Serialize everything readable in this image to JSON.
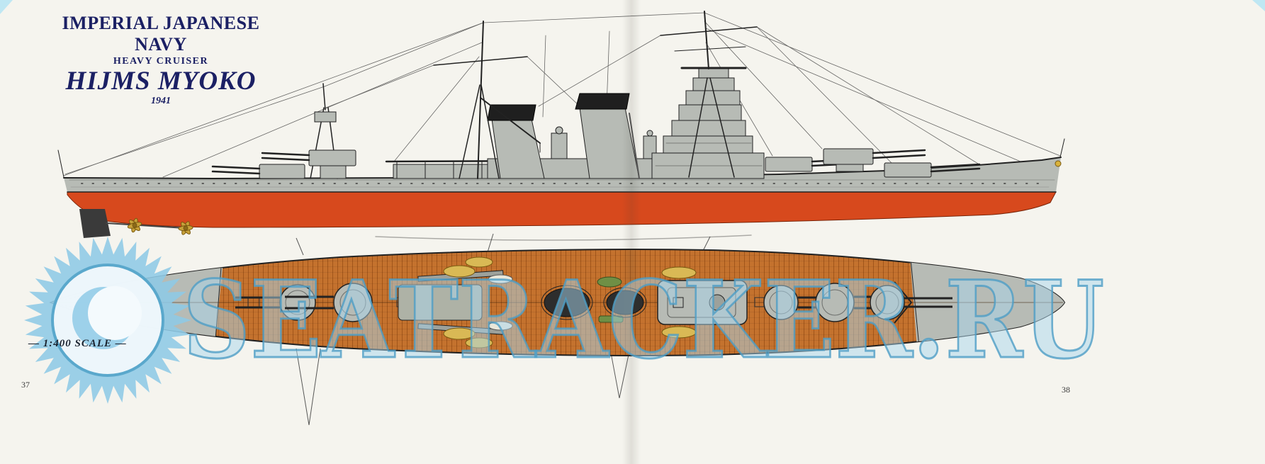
{
  "page": {
    "background_color": "#f5f4ee",
    "page_number_left": "37",
    "page_number_right": "38"
  },
  "title_block": {
    "navy": "IMPERIAL JAPANESE NAVY",
    "ship_type": "HEAVY CRUISER",
    "ship_name": "HIJMS MYOKO",
    "year": "1941",
    "text_color": "#1b2064"
  },
  "scale_label": "— 1:400 SCALE —",
  "watermark": {
    "text": "SEATRACKER.RU",
    "fill_color": "#aad6ec",
    "stroke_color": "#4e9ec6"
  },
  "diagram": {
    "views": [
      "side profile elevation",
      "overhead deck plan"
    ],
    "colors": {
      "hull_gray": "#b7bbb5",
      "antifouling_red": "#d7491d",
      "deck_wood": "#c4722e",
      "funnel_cap_black": "#1f1f1f",
      "boat_yellow": "#d9b955",
      "aircraft_green": "#6f8f45",
      "propeller_brass": "#c8a23a"
    }
  }
}
